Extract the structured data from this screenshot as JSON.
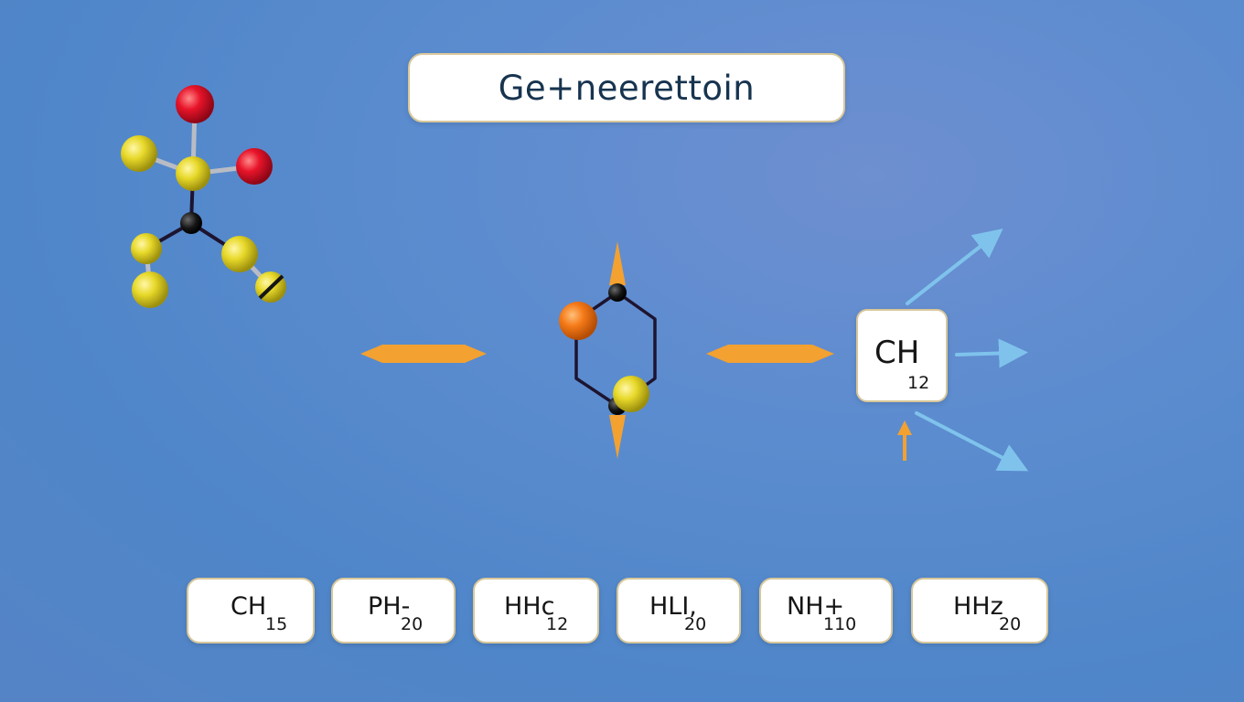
{
  "title": "Ge+neerettoin",
  "main_formula": {
    "formula": "CH",
    "subscript": "12"
  },
  "compounds": [
    {
      "formula": "CH",
      "subscript": "15"
    },
    {
      "formula": "PH-",
      "subscript": "20"
    },
    {
      "formula": "HHc",
      "subscript": "12"
    },
    {
      "formula": "HLI,",
      "subscript": "20"
    },
    {
      "formula": "NH+",
      "subscript": "110"
    },
    {
      "formula": "HHz",
      "subscript": "20"
    }
  ],
  "colors": {
    "background": "#5487c9",
    "orange_arrow": "#f3a130",
    "blue_arrow": "#7fc3ec",
    "atom_yellow": "#e8d92a",
    "atom_red": "#e8142a",
    "atom_orange": "#f57a18",
    "atom_black": "#151515",
    "bond": "#1d1430"
  },
  "icons": [
    "molecule-model",
    "ring-structure",
    "orange-double-arrow",
    "blue-output-arrow"
  ]
}
